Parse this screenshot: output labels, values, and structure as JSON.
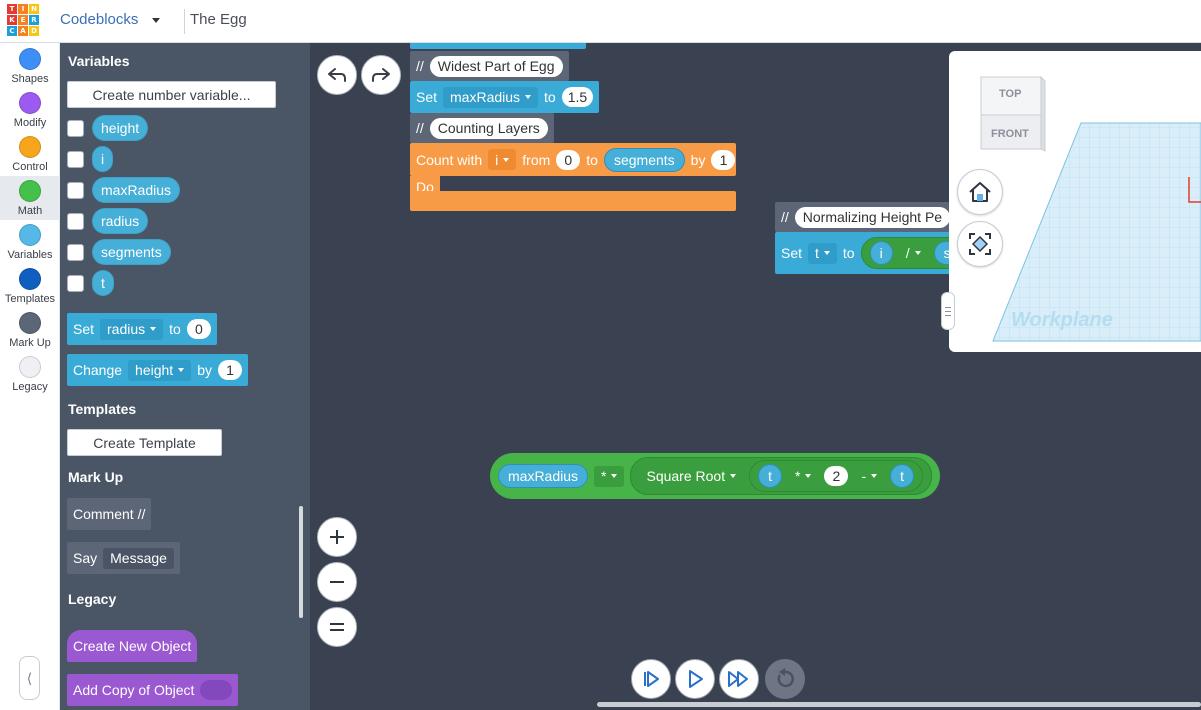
{
  "topbar": {
    "logo_letters": [
      "T",
      "I",
      "N",
      "K",
      "E",
      "R",
      "C",
      "A",
      "D"
    ],
    "logo_colors": [
      "#e03c31",
      "#f58220",
      "#f7c513",
      "#e03c31",
      "#f58220",
      "#1aa0db",
      "#1aa0db",
      "#f58220",
      "#f7c513"
    ],
    "app_name": "Codeblocks",
    "doc_title": "The Egg"
  },
  "categories": [
    {
      "label": "Shapes",
      "color": "#3e8ef7"
    },
    {
      "label": "Modify",
      "color": "#9c5bf0"
    },
    {
      "label": "Control",
      "color": "#f7a51c"
    },
    {
      "label": "Math",
      "color": "#45c04a"
    },
    {
      "label": "Variables",
      "color": "#56b8e6"
    },
    {
      "label": "Templates",
      "color": "#0e5fbf"
    },
    {
      "label": "Mark Up",
      "color": "#5b6677"
    },
    {
      "label": "Legacy",
      "color": "#eef0f3"
    }
  ],
  "flyout": {
    "variables_title": "Variables",
    "create_var_label": "Create number variable...",
    "variables": [
      "height",
      "i",
      "maxRadius",
      "radius",
      "segments",
      "t"
    ],
    "set_block": {
      "kw": "Set",
      "var": "radius",
      "to": "to",
      "value": "0"
    },
    "change_block": {
      "kw": "Change",
      "var": "height",
      "by": "by",
      "value": "1"
    },
    "templates_title": "Templates",
    "create_template_label": "Create Template",
    "markup_title": "Mark Up",
    "comment_label": "Comment //",
    "say_label": "Say",
    "say_message": "Message",
    "legacy_title": "Legacy",
    "create_new_object": "Create New Object",
    "add_copy": "Add Copy of Object"
  },
  "canvas": {
    "comment1": {
      "slash": "//",
      "text": "Widest Part of Egg"
    },
    "set_maxradius": {
      "kw": "Set",
      "var": "maxRadius",
      "to": "to",
      "value": "1.5"
    },
    "comment2": {
      "slash": "//",
      "text": "Counting Layers"
    },
    "count": {
      "kw": "Count with",
      "var": "i",
      "from": "from",
      "from_val": "0",
      "to": "to",
      "to_var": "segments",
      "by": "by",
      "by_val": "1",
      "do": "Do"
    },
    "comment3": {
      "slash": "//",
      "text": "Normalizing Height Pe"
    },
    "set_t": {
      "kw": "Set",
      "var": "t",
      "to": "to",
      "a": "i",
      "op": "/",
      "b": "s"
    },
    "expr": {
      "a": "maxRadius",
      "op1": "*",
      "func": "Square Root",
      "t1": "t",
      "op2": "*",
      "num": "2",
      "op3": "-",
      "t2": "t"
    }
  },
  "viewer": {
    "cube_top": "TOP",
    "cube_front": "FRONT",
    "workplane": "Workplane"
  }
}
